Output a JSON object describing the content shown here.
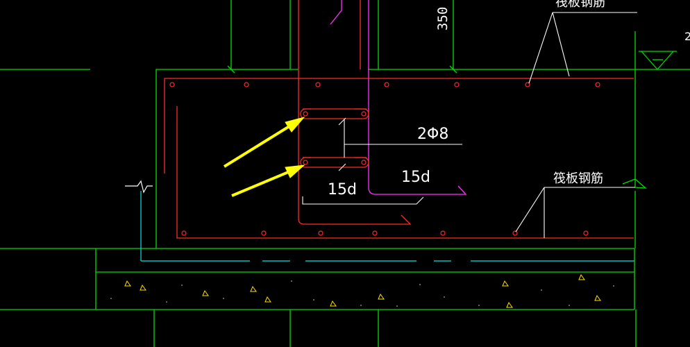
{
  "labels": {
    "top_dimension": "350",
    "stirrup_spec": "2Φ8",
    "anchor_left": "15d",
    "anchor_right": "15d",
    "raft_rebar_top": "筏板钢筋",
    "raft_rebar_mid": "筏板钢筋"
  },
  "colors": {
    "background": "#000000",
    "concrete_outline": "#00ff00",
    "rebar": "#ff2020",
    "column_rebar": "#ff00ff",
    "waterproof": "#00ffff",
    "leader": "#ffffff",
    "arrow": "#ffff00",
    "aggregate": "#ffff00"
  }
}
